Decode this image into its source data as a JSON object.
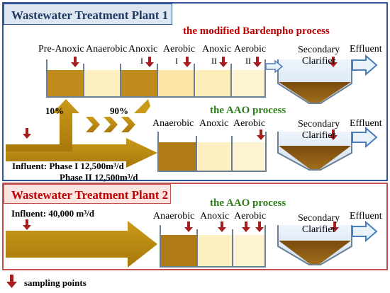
{
  "colors": {
    "frame_blue": "#2f5597",
    "frame_red": "#c0504d",
    "title_blue": "#1f3864",
    "title_red": "#c00000",
    "process_green": "#2e7d1a",
    "arrow_red": "#a61e1e",
    "brown": "#b8860b",
    "light_yellow": "#fdf0c2",
    "light_yellow2": "#fbe6a6",
    "clarifier_top": "#dce9f5",
    "sludge": "#8b5a14",
    "arrow_gold": "#b8860b"
  },
  "plant1": {
    "title": "Wastewater Treatment Plant 1",
    "bardenpho": {
      "label": "the modified Bardenpho process",
      "zones": [
        {
          "name": "Pre-Anoxic",
          "sub": ""
        },
        {
          "name": "Anaerobic",
          "sub": ""
        },
        {
          "name": "Anoxic",
          "sub": "I"
        },
        {
          "name": "Aerobic",
          "sub": "I"
        },
        {
          "name": "Anoxic",
          "sub": "II"
        },
        {
          "name": "Aerobic",
          "sub": "II"
        }
      ],
      "clarifier": "Secondary\nClarifier",
      "effluent": "Effluent"
    },
    "split_left": "10%",
    "split_right": "90%",
    "aao": {
      "label": "the AAO process",
      "zones": [
        {
          "name": "Anaerobic"
        },
        {
          "name": "Anoxic"
        },
        {
          "name": "Aerobic"
        }
      ],
      "clarifier": "Secondary\nClarifier",
      "effluent": "Effluent"
    },
    "influent_line1": "Influent:  Phase I  12,500m³/d",
    "influent_line2": "Phase II  12,500m³/d"
  },
  "plant2": {
    "title": "Wastewater Treatment Plant 2",
    "influent": "Influent:  40,000  m³/d",
    "aao": {
      "label": "the AAO process",
      "zones": [
        {
          "name": "Anaerobic"
        },
        {
          "name": "Anoxic"
        },
        {
          "name": "Aerobic"
        }
      ],
      "clarifier": "Secondary\nClarifier",
      "effluent": "Effluent"
    }
  },
  "legend": {
    "label": "sampling points"
  }
}
